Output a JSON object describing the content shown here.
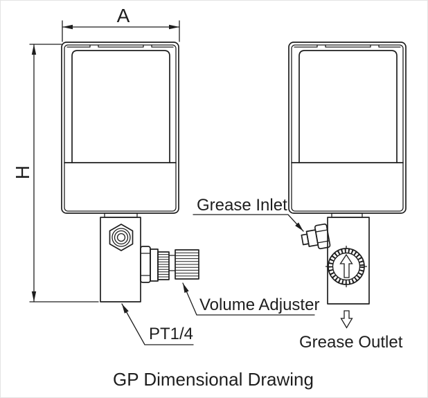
{
  "drawing": {
    "caption": "GP Dimensional Drawing",
    "dimensions": {
      "width_label": "A",
      "height_label": "H"
    },
    "labels": {
      "grease_inlet": "Grease Inlet",
      "volume_adjuster": "Volume Adjuster",
      "thread_spec": "PT1/4",
      "grease_outlet": "Grease Outlet"
    },
    "icons": {
      "grease_outlet_arrow": "⇩"
    },
    "colors": {
      "line": "#1e1e1e",
      "background": "#ffffff"
    }
  }
}
